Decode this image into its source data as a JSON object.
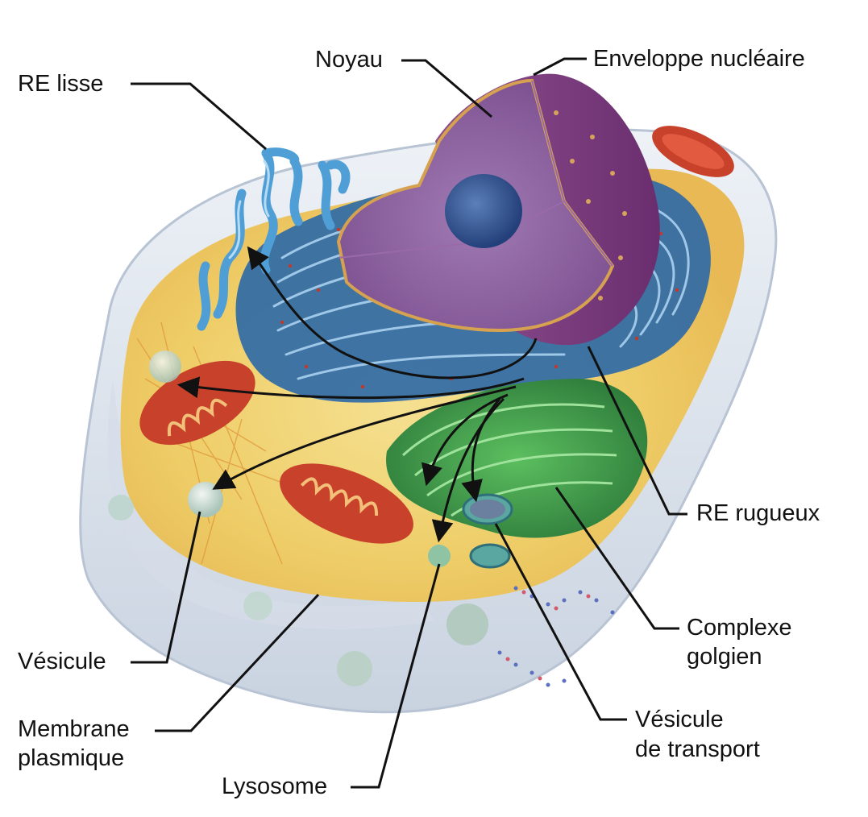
{
  "labels": {
    "noyau": "Noyau",
    "enveloppe_nucleaire": "Enveloppe nucléaire",
    "re_lisse": "RE lisse",
    "re_rugueux": "RE rugueux",
    "complexe_golgien": [
      "Complexe",
      "golgien"
    ],
    "vesicule": "Vésicule",
    "membrane_plasmique": [
      "Membrane",
      "plasmique"
    ],
    "lysosome": "Lysosome",
    "vesicule_transport": [
      "Vésicule",
      "de transport"
    ]
  },
  "colors": {
    "cytoplasm": "#f2d36a",
    "membrane": "#dfe6ef",
    "er": "#2f6aa6",
    "smooth_er": "#5aa6d8",
    "nucleus": "#8b5d9c",
    "envelope": "#7a3f7e",
    "nucleolus": "#2e4c82",
    "golgi": "#3f9a4a",
    "mitochondrion": "#c8412b",
    "leader": "#111111"
  }
}
